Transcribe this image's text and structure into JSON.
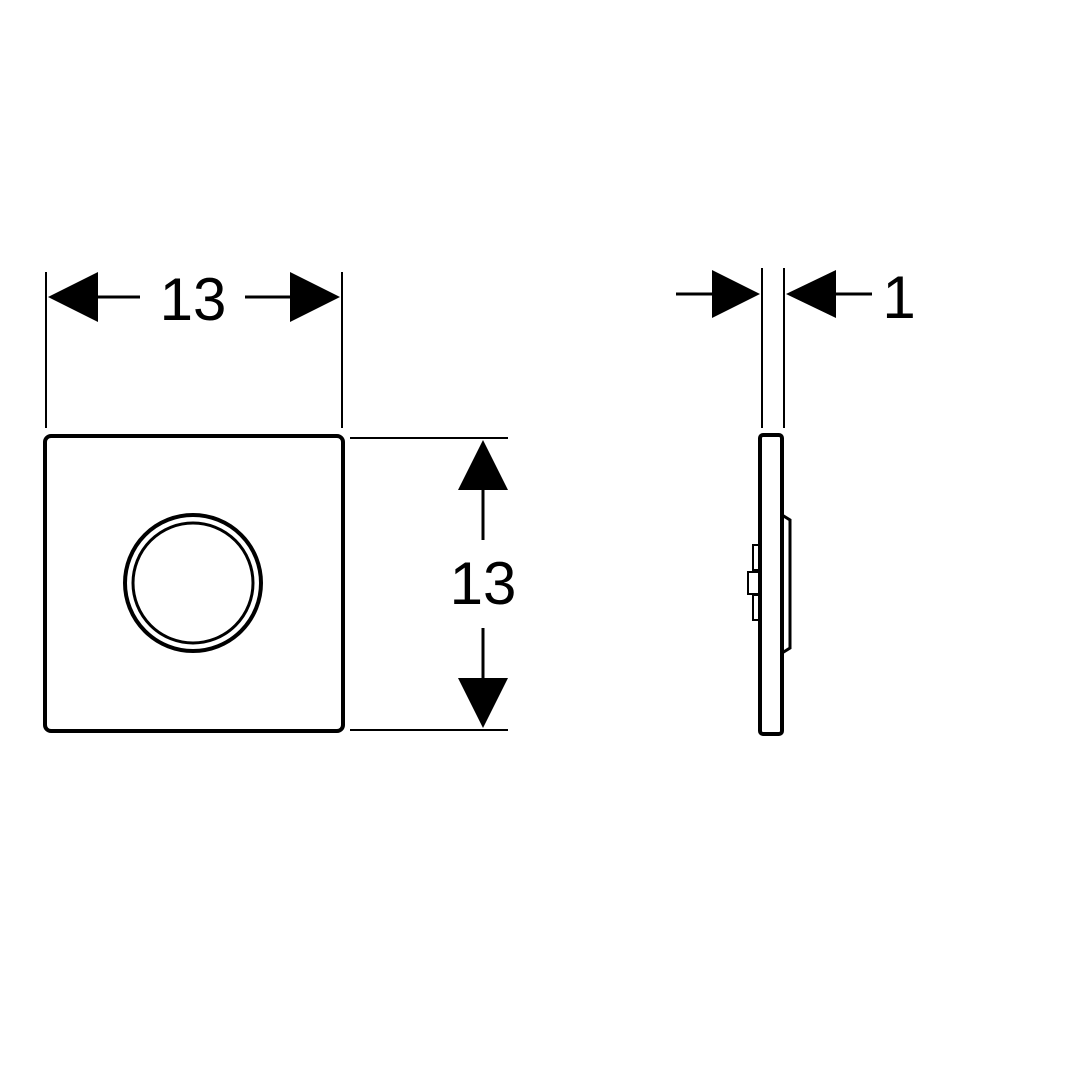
{
  "colors": {
    "line": "#000000",
    "background": "#ffffff"
  },
  "front_view": {
    "width_label": "13",
    "height_label": "13"
  },
  "side_view": {
    "thickness_label": "1"
  }
}
